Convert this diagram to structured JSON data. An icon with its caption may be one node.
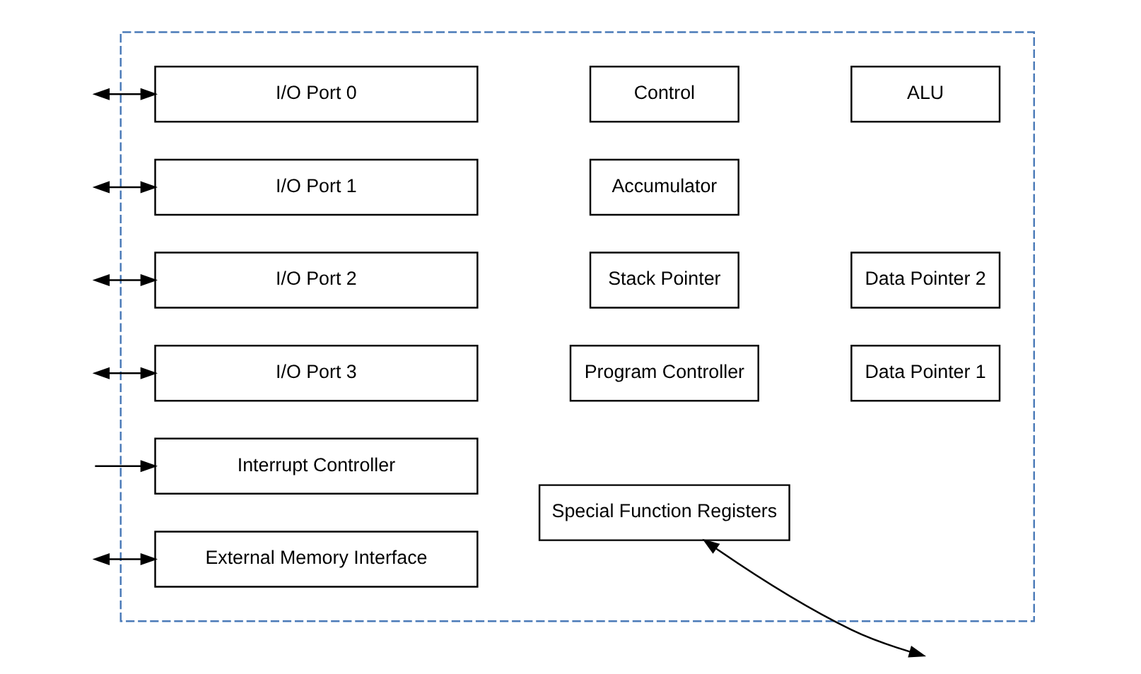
{
  "diagram": {
    "nodes": [
      {
        "text": [],
        "shape": "box"
      },
      {
        "text": [
          "I/O Port 0"
        ],
        "in": 0
      },
      {
        "text": [
          "I/O Port 1"
        ],
        "in": 0
      },
      {
        "text": [
          "I/O Port 2"
        ],
        "in": 0
      },
      {
        "text": [
          "I/O Port 3"
        ],
        "in": 0
      },
      {
        "text": [
          "Interrupt Controller"
        ],
        "in": 0
      },
      {
        "text": [
          "External Memory Interface"
        ],
        "in": 0
      },
      {
        "text": [
          "Control"
        ],
        "in": 0
      },
      {
        "text": [
          "ALU"
        ],
        "in": 0
      },
      {
        "text": [
          "Accumulator"
        ],
        "in": 0
      },
      {
        "text": [
          "Stack Pointer"
        ],
        "in": 0
      },
      {
        "text": [
          "Data Pointer 2"
        ],
        "in": 0
      },
      {
        "text": [
          "Program Controller"
        ],
        "in": 0
      },
      {
        "text": [
          "Data Pointer 1"
        ],
        "in": 0
      },
      {
        "text": [
          "Special Function Registers"
        ],
        "in": 0
      }
    ],
    "edges": [
      {
        "from": null,
        "to": 1,
        "arrow": "both"
      },
      {
        "from": null,
        "to": 2,
        "arrow": "both"
      },
      {
        "from": null,
        "to": 3,
        "arrow": "both"
      },
      {
        "from": null,
        "to": 4,
        "arrow": "both"
      },
      {
        "from": null,
        "to": 5,
        "arrow": "to"
      },
      {
        "from": null,
        "to": 6,
        "arrow": "both"
      },
      {
        "from": 14,
        "to": null,
        "arrow": "both"
      }
    ]
  }
}
